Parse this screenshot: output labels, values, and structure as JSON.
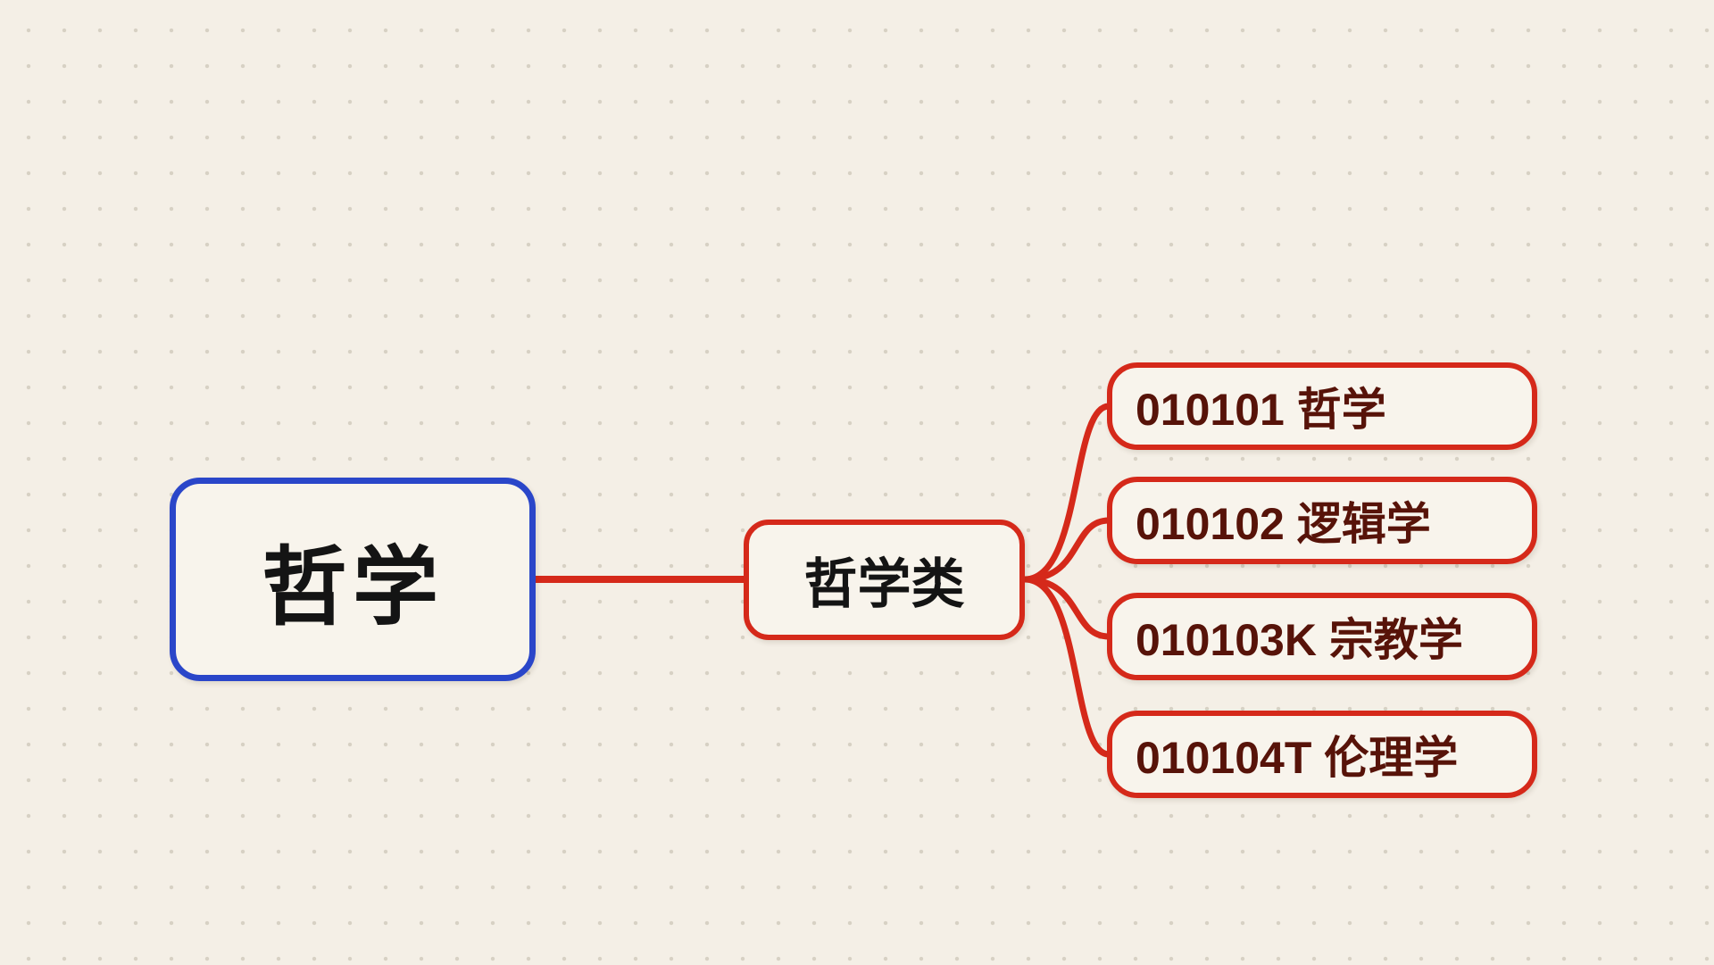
{
  "canvas": {
    "background_color": "#f4efe6",
    "dot_color": "#d7d1c4"
  },
  "diagram": {
    "connector_color": "#d5291a",
    "root": {
      "label": "哲学",
      "border_color": "#2a46c9"
    },
    "branch": {
      "label": "哲学类",
      "border_color": "#d5291a"
    },
    "leaves": [
      {
        "label": "010101 哲学"
      },
      {
        "label": "010102 逻辑学"
      },
      {
        "label": "010103K 宗教学"
      },
      {
        "label": "010104T 伦理学"
      }
    ]
  }
}
